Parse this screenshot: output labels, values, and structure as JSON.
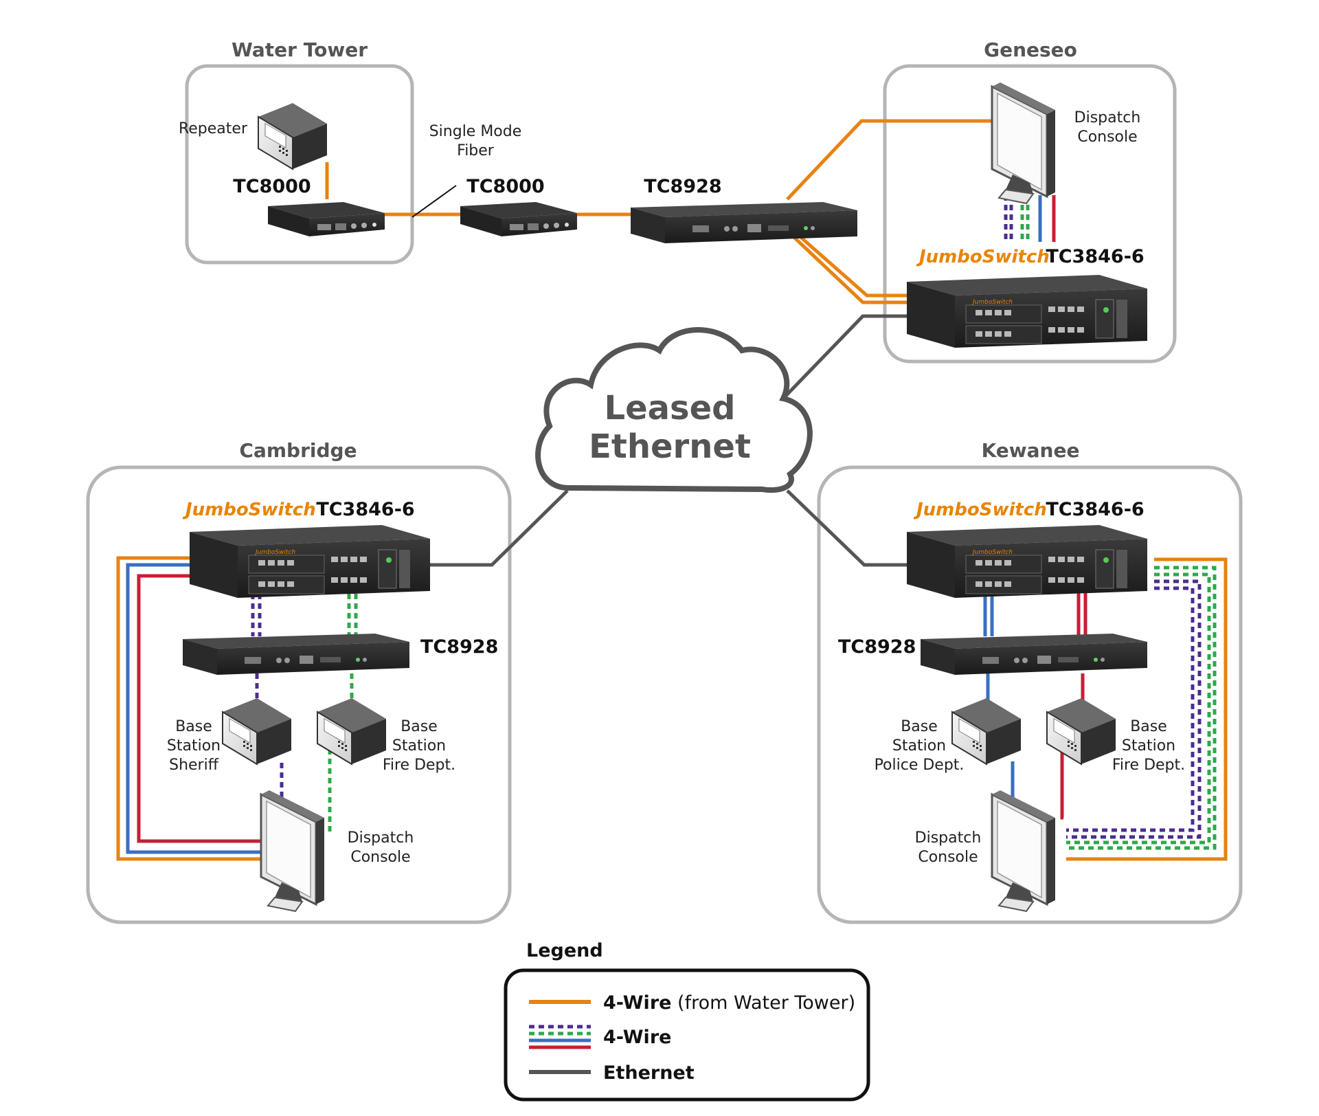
{
  "colors": {
    "orange": "#e8820f",
    "purple": "#4b2d8f",
    "green": "#2fa84a",
    "blue": "#3a6fc0",
    "red": "#c81e34",
    "ethernet": "#555555",
    "box_border": "#b5b5b5"
  },
  "sites": {
    "water_tower": {
      "title": "Water Tower",
      "device_label": "Repeater",
      "model": "TC8000"
    },
    "geneseo": {
      "title": "Geneseo",
      "console_label_1": "Dispatch",
      "console_label_2": "Console",
      "brand": "JumboSwitch",
      "model": "TC3846-6"
    },
    "cambridge": {
      "title": "Cambridge",
      "brand": "JumboSwitch",
      "switch_model": "TC3846-6",
      "bridge_model": "TC8928",
      "base1": [
        "Base",
        "Station",
        "Sheriff"
      ],
      "base2": [
        "Base",
        "Station",
        "Fire Dept."
      ],
      "console": [
        "Dispatch",
        "Console"
      ]
    },
    "kewanee": {
      "title": "Kewanee",
      "brand": "JumboSwitch",
      "switch_model": "TC3846-6",
      "bridge_model": "TC8928",
      "base1": [
        "Base",
        "Station",
        "Police Dept."
      ],
      "base2": [
        "Base",
        "Station",
        "Fire Dept."
      ],
      "console": [
        "Dispatch",
        "Console"
      ]
    }
  },
  "link": {
    "fiber_label_1": "Single Mode",
    "fiber_label_2": "Fiber",
    "mid_model": "TC8000",
    "hub_model": "TC8928"
  },
  "cloud": {
    "line1": "Leased",
    "line2": "Ethernet"
  },
  "legend": {
    "title": "Legend",
    "items": [
      {
        "bold": "4-Wire",
        "rest": " (from Water Tower)",
        "icon": "orange-line"
      },
      {
        "bold": "4-Wire",
        "rest": "",
        "icon": "multi-color-lines"
      },
      {
        "bold": "Ethernet",
        "rest": "",
        "icon": "gray-line"
      }
    ]
  },
  "icons": [
    "repeater-icon",
    "rack-unit-icon",
    "monitor-icon",
    "base-station-icon",
    "cloud-icon",
    "jumboswitch-logo-icon"
  ]
}
